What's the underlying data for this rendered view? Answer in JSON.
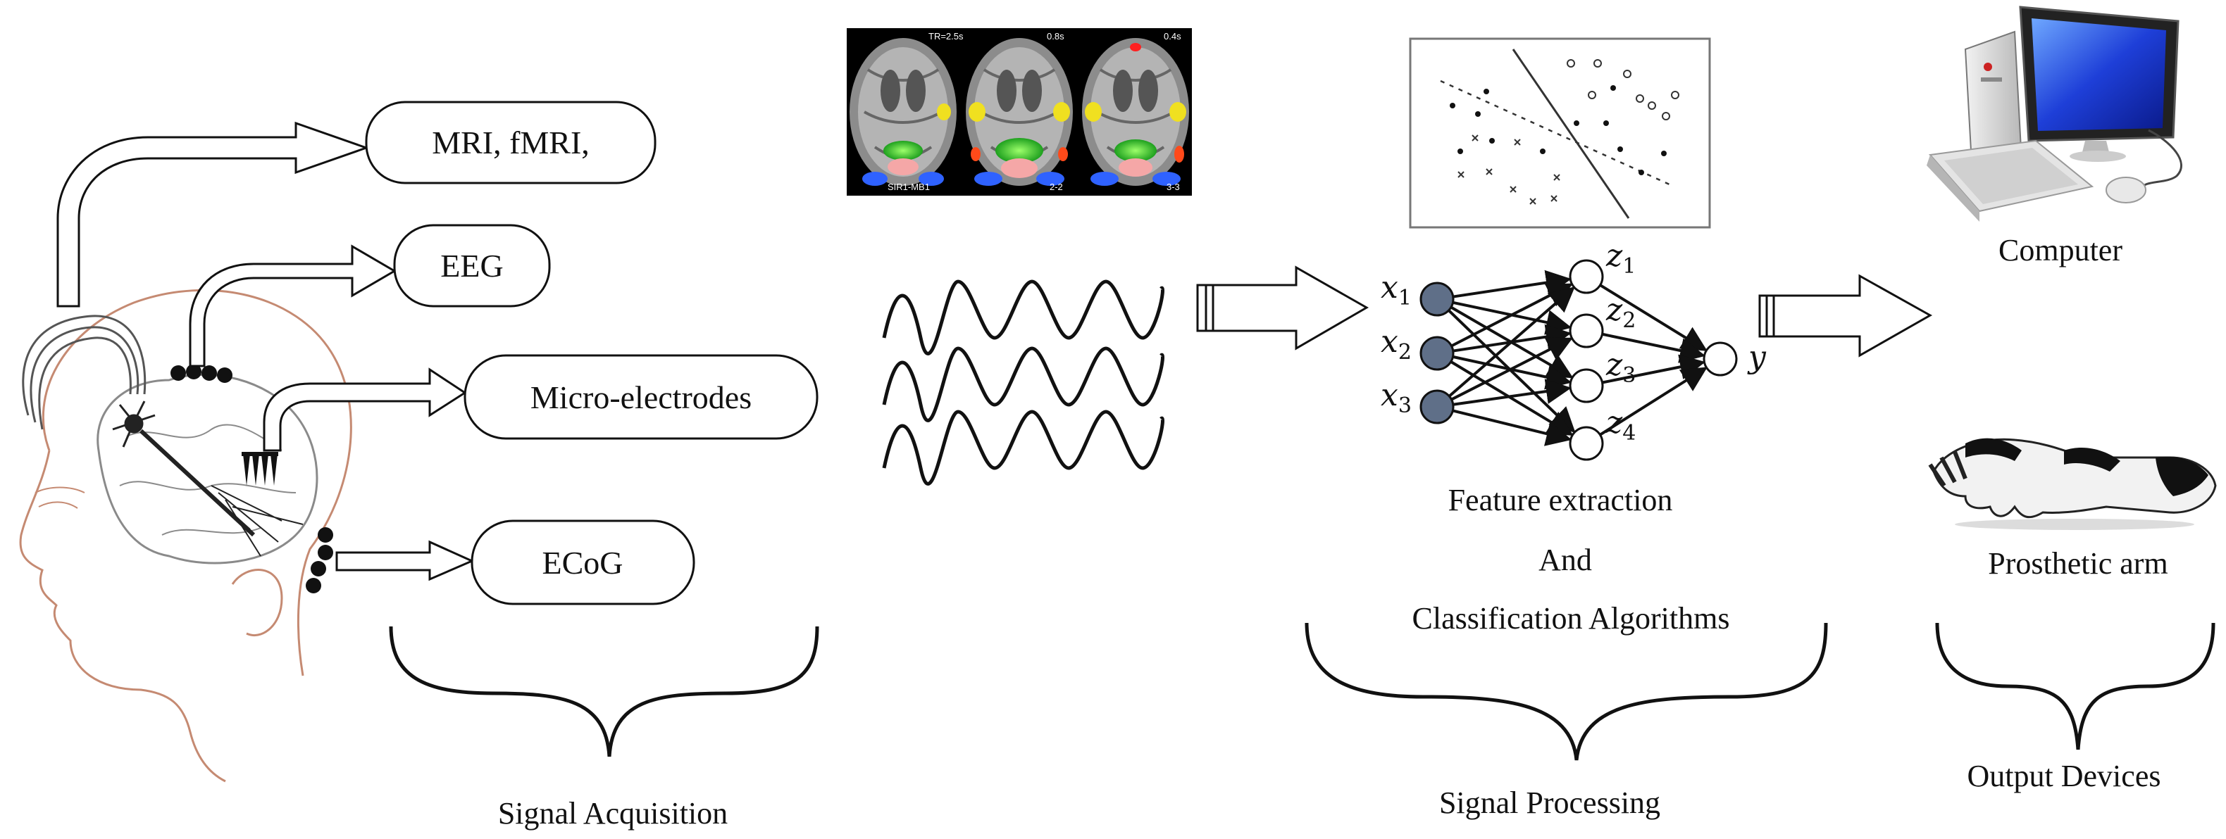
{
  "acquisition": {
    "modalities": [
      "MRI, fMRI,",
      "EEG",
      "Micro-electrodes",
      "ECoG"
    ],
    "label": "Signal Acquisition"
  },
  "mri_overlay": {
    "labels": [
      "TR=2.5s",
      "0.8s",
      "0.4s",
      "SIR1-MB1",
      "2-2",
      "3-3"
    ]
  },
  "network": {
    "inputs": [
      "x1",
      "x2",
      "x3"
    ],
    "hidden": [
      "z1",
      "z2",
      "z3",
      "z4"
    ],
    "output": "y"
  },
  "processing": {
    "caption_line1": "Feature extraction",
    "caption_line2": "And",
    "caption_line3": "Classification Algorithms",
    "label": "Signal Processing"
  },
  "outputs": {
    "computer": "Computer",
    "prosthetic": "Prosthetic arm",
    "label": "Output Devices"
  },
  "colors": {
    "input_node_fill": "#5f6f88",
    "ink": "#111111",
    "head_line": "#c58a72"
  },
  "icons": [
    "head-illustration-icon",
    "neuron-icon",
    "brain-scan-images",
    "brain-wave-icon",
    "scatter-plot-icon",
    "computer-icon",
    "prosthetic-arm-icon"
  ]
}
